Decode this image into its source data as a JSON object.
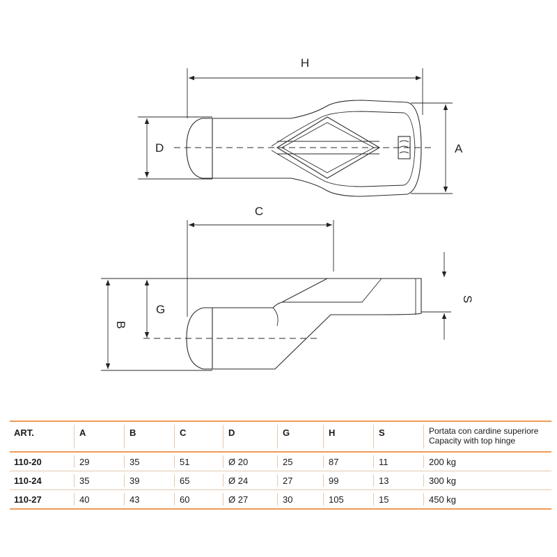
{
  "drawing": {
    "dimension_labels": {
      "H": "H",
      "D": "D",
      "A": "A",
      "C": "C",
      "G": "G",
      "B": "B",
      "S": "S"
    }
  },
  "table": {
    "headers": {
      "art": "ART.",
      "a": "A",
      "b": "B",
      "c": "C",
      "d": "D",
      "g": "G",
      "h": "H",
      "s": "S",
      "capacity_line1": "Portata con cardine superiore",
      "capacity_line2": "Capacity with top hinge"
    },
    "rows": [
      {
        "art": "110-20",
        "a": "29",
        "b": "35",
        "c": "51",
        "d": "Ø 20",
        "g": "25",
        "h": "87",
        "s": "11",
        "capacity": "200 kg"
      },
      {
        "art": "110-24",
        "a": "35",
        "b": "39",
        "c": "65",
        "d": "Ø 24",
        "g": "27",
        "h": "99",
        "s": "13",
        "capacity": "300 kg"
      },
      {
        "art": "110-27",
        "a": "40",
        "b": "43",
        "c": "60",
        "d": "Ø 27",
        "g": "30",
        "h": "105",
        "s": "15",
        "capacity": "450 kg"
      }
    ],
    "colors": {
      "rule": "#f19a55",
      "divider": "#e3c8b0"
    }
  }
}
